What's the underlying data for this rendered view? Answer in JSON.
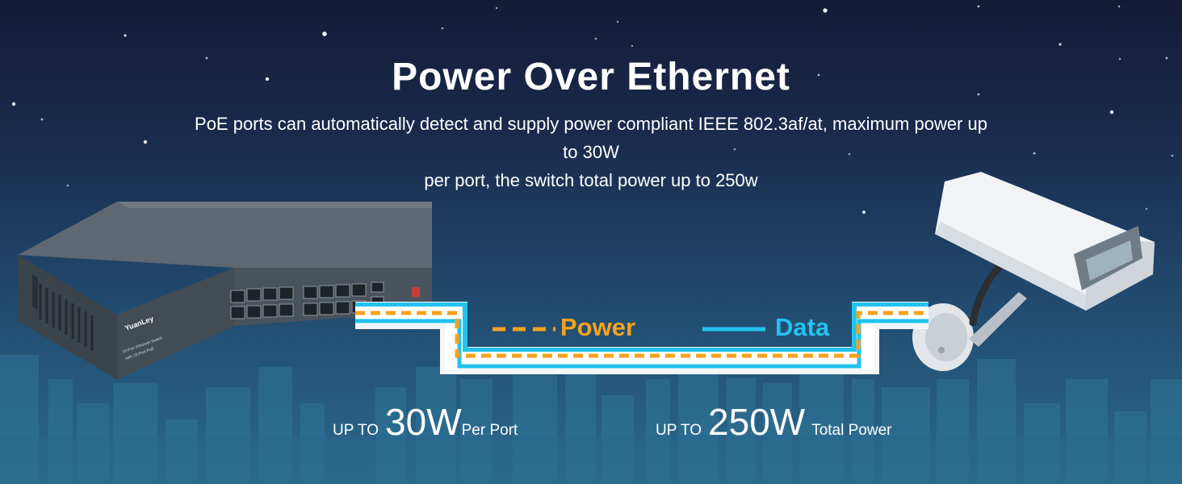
{
  "header": {
    "title": "Power Over Ethernet",
    "subtitle_line1": "PoE ports can automatically detect and supply power compliant IEEE 802.3af/at, maximum power up to 30W",
    "subtitle_line2": "per port, the switch total power up to 250w"
  },
  "switch": {
    "brand": "YuanLey",
    "name_line1": "16-Port Ethernet Switch",
    "name_line2": "with 16-Port PoE"
  },
  "legend": {
    "power_label": "Power",
    "data_label": "Data",
    "power_color": "#f6a21e",
    "data_color": "#22c3ef"
  },
  "stats": [
    {
      "prefix": "UP TO",
      "value": "30W",
      "suffix": "Per Port"
    },
    {
      "prefix": "UP TO",
      "value": "250W",
      "suffix": "Total Power"
    }
  ],
  "icons": [
    "network-switch-icon",
    "security-camera-icon"
  ]
}
